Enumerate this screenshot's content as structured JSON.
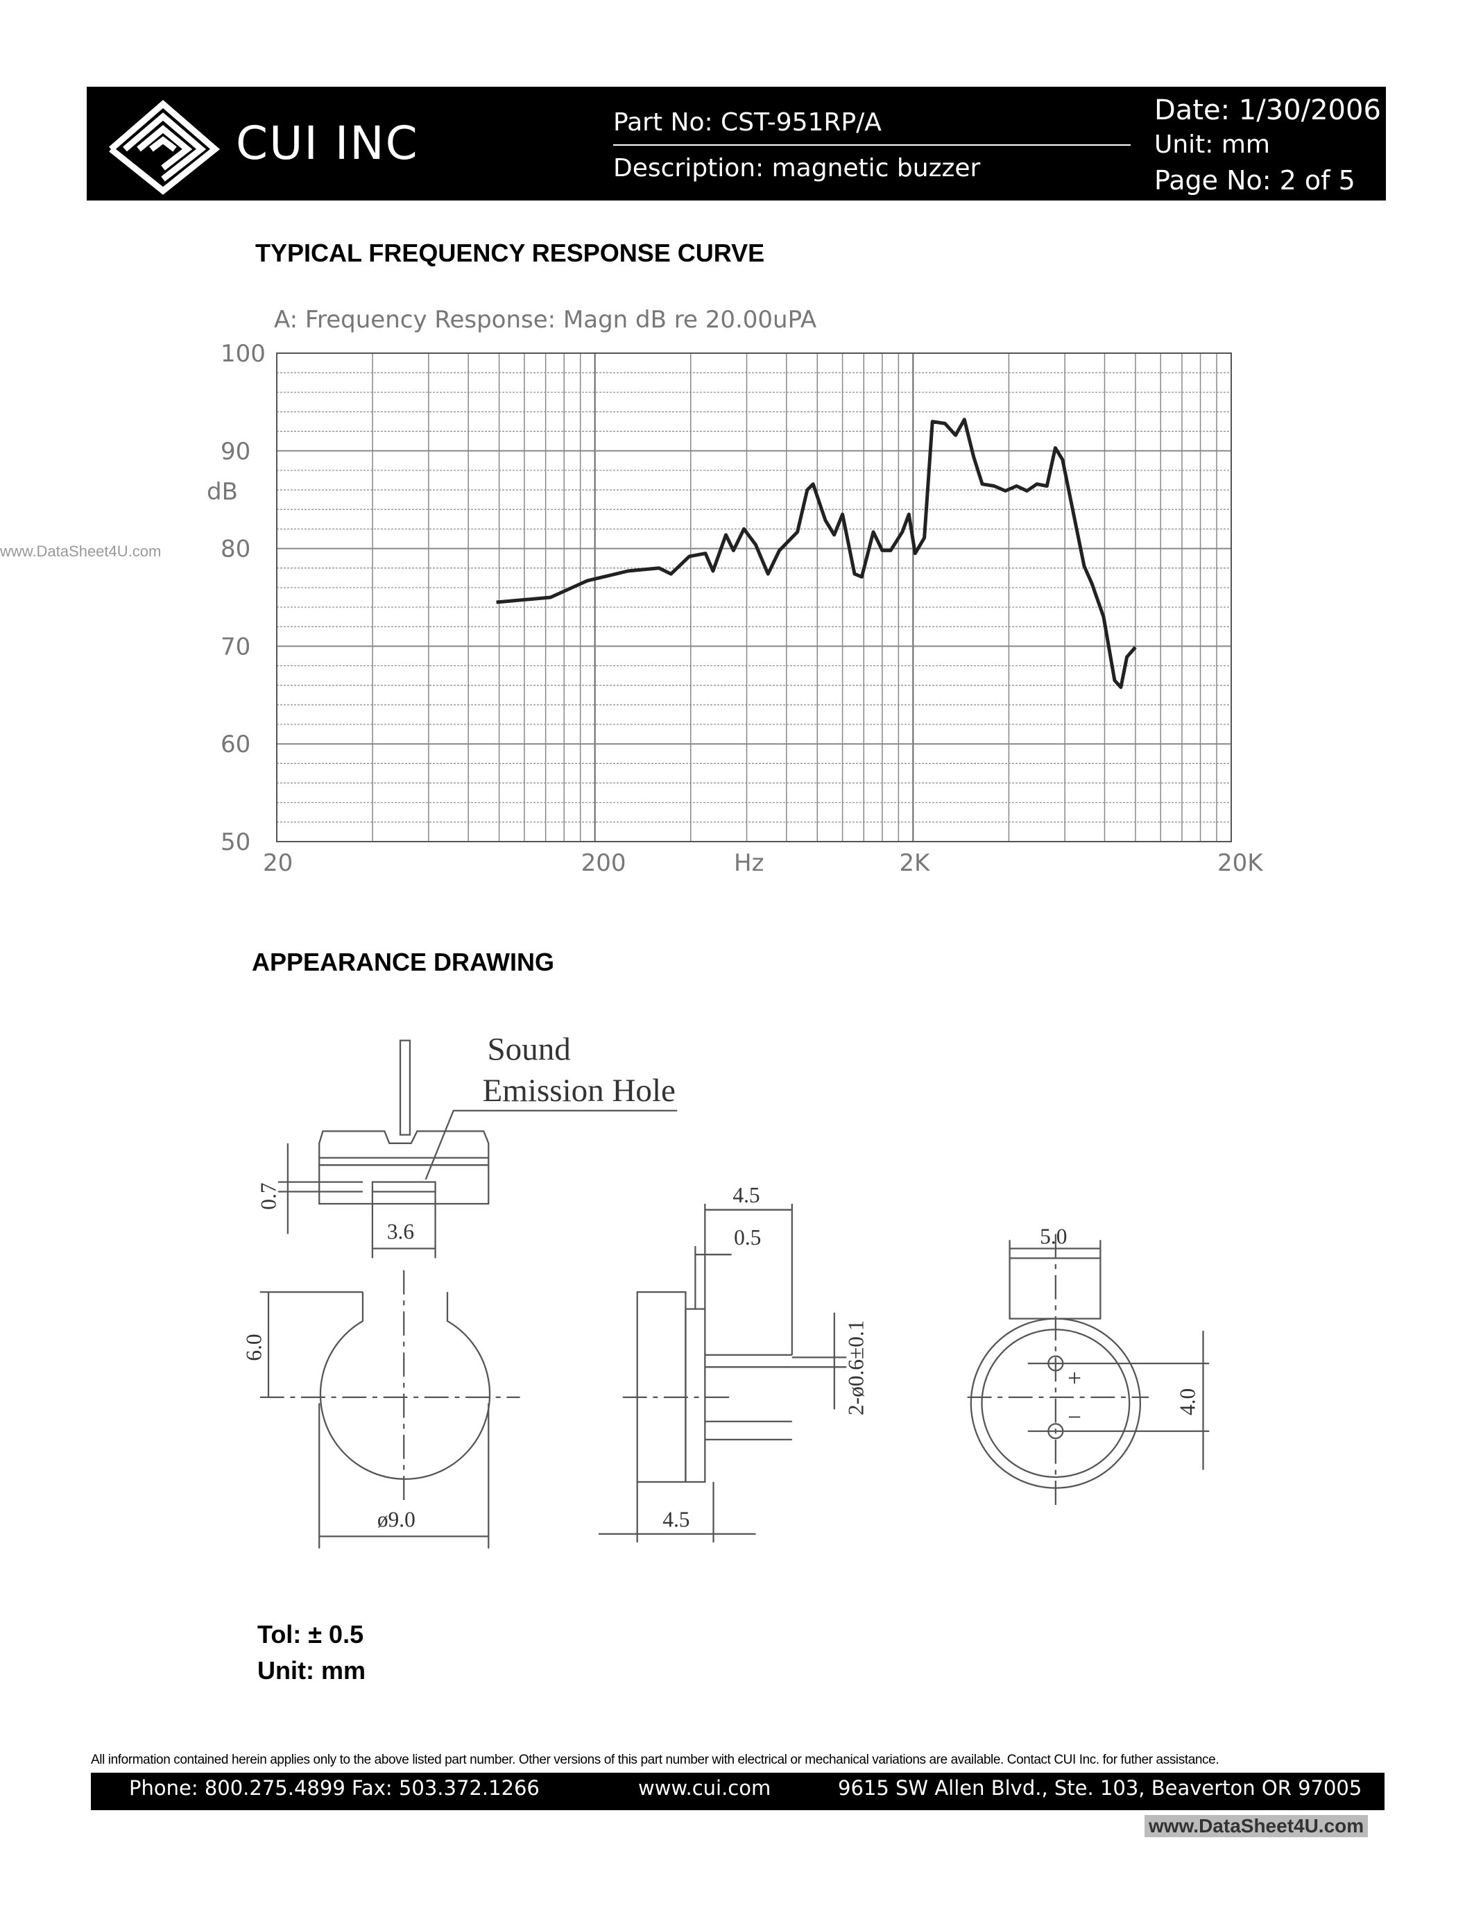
{
  "header": {
    "company": "CUI INC",
    "part_no": "Part No: CST-951RP/A",
    "description": "Description: magnetic buzzer",
    "date": "Date: 1/30/2006",
    "unit": "Unit: mm",
    "page": "Page No: 2 of 5"
  },
  "sections": {
    "frequency_title": "TYPICAL FREQUENCY RESPONSE CURVE",
    "appearance_title": "APPEARANCE DRAWING"
  },
  "chart_data": {
    "type": "line",
    "title": "A: Frequency Response: Magn dB re 20.00uPA",
    "xlabel": "Hz",
    "ylabel": "dB",
    "xscale": "log",
    "xlim": [
      20,
      20000
    ],
    "ylim": [
      50,
      100
    ],
    "xticks": [
      "20",
      "200",
      "2K",
      "20K"
    ],
    "yticks": [
      "100",
      "90",
      "80",
      "70",
      "60",
      "50"
    ],
    "grid": true,
    "line_color": "#222222",
    "x": [
      98,
      145,
      189,
      254,
      318,
      347,
      396,
      445,
      470,
      516,
      545,
      588,
      640,
      700,
      760,
      866,
      930,
      970,
      1060,
      1130,
      1200,
      1310,
      1380,
      1500,
      1600,
      1700,
      1850,
      1940,
      2030,
      2170,
      2300,
      2520,
      2720,
      2900,
      3100,
      3300,
      3600,
      3900,
      4230,
      4560,
      4900,
      5270,
      5600,
      5900,
      6900,
      7300,
      7940,
      8600,
      9000,
      9400,
      10000
    ],
    "y": [
      74.5,
      75,
      76.7,
      77.7,
      78,
      77.4,
      79.2,
      79.5,
      77.7,
      81.4,
      79.8,
      82,
      80.4,
      77.4,
      79.8,
      81.7,
      86,
      86.6,
      82.9,
      81.4,
      83.5,
      77.4,
      77.1,
      81.7,
      79.8,
      79.8,
      81.7,
      83.5,
      79.5,
      81.1,
      93,
      92.8,
      91.6,
      93.2,
      89.4,
      86.6,
      86.4,
      85.9,
      86.4,
      85.9,
      86.6,
      86.4,
      90.3,
      89.1,
      78.2,
      76.4,
      73,
      66.5,
      65.8,
      68.9,
      69.9
    ]
  },
  "drawing": {
    "sound_label_1": "Sound",
    "sound_label_2": "Emission Hole",
    "dim_0_7": "0.7",
    "dim_3_6": "3.6",
    "dim_6_0": "6.0",
    "dim_9_0": "ø9.0",
    "dim_4_5_top": "4.5",
    "dim_0_5": "0.5",
    "dim_pins": "2-ø0.6±0.1",
    "dim_4_5_bottom": "4.5",
    "dim_5_0": "5.0",
    "dim_4_0": "4.0",
    "plus": "+",
    "minus": "−"
  },
  "notes": {
    "tol": "Tol: ± 0.5",
    "unit": "Unit: mm"
  },
  "footer": {
    "disclaimer": "All information contained herein applies only to the above listed part number. Other versions of this part number with electrical or mechanical variations are available. Contact CUI Inc. for futher assistance.",
    "phone_fax": "Phone: 800.275.4899  Fax: 503.372.1266",
    "website": "www.cui.com",
    "address": "9615 SW Allen Blvd., Ste. 103, Beaverton OR 97005"
  },
  "watermarks": {
    "left": "www.DataSheet4U.com",
    "bottom_right": "www.DataSheet4U.com"
  }
}
